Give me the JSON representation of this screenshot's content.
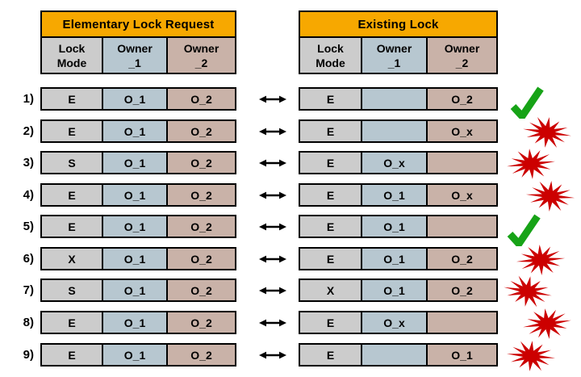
{
  "request_table": {
    "title": "Elementary Lock Request",
    "columns": [
      {
        "line1": "Lock",
        "line2": "Mode"
      },
      {
        "line1": "Owner",
        "line2": "_1"
      },
      {
        "line1": "Owner",
        "line2": "_2"
      }
    ]
  },
  "existing_table": {
    "title": "Existing Lock",
    "columns": [
      {
        "line1": "Lock",
        "line2": "Mode"
      },
      {
        "line1": "Owner",
        "line2": "_1"
      },
      {
        "line1": "Owner",
        "line2": "_2"
      }
    ]
  },
  "rows": [
    {
      "num": "1)",
      "request": [
        "E",
        "O_1",
        "O_2"
      ],
      "existing": [
        "E",
        "",
        "O_2"
      ],
      "result": "granted"
    },
    {
      "num": "2)",
      "request": [
        "E",
        "O_1",
        "O_2"
      ],
      "existing": [
        "E",
        "",
        "O_x"
      ],
      "result": "rejected"
    },
    {
      "num": "3)",
      "request": [
        "S",
        "O_1",
        "O_2"
      ],
      "existing": [
        "E",
        "O_x",
        ""
      ],
      "result": "rejected"
    },
    {
      "num": "4)",
      "request": [
        "E",
        "O_1",
        "O_2"
      ],
      "existing": [
        "E",
        "O_1",
        "O_x"
      ],
      "result": "rejected"
    },
    {
      "num": "5)",
      "request": [
        "E",
        "O_1",
        "O_2"
      ],
      "existing": [
        "E",
        "O_1",
        ""
      ],
      "result": "granted"
    },
    {
      "num": "6)",
      "request": [
        "X",
        "O_1",
        "O_2"
      ],
      "existing": [
        "E",
        "O_1",
        "O_2"
      ],
      "result": "rejected"
    },
    {
      "num": "7)",
      "request": [
        "S",
        "O_1",
        "O_2"
      ],
      "existing": [
        "X",
        "O_1",
        "O_2"
      ],
      "result": "rejected"
    },
    {
      "num": "8)",
      "request": [
        "E",
        "O_1",
        "O_2"
      ],
      "existing": [
        "E",
        "O_x",
        ""
      ],
      "result": "rejected"
    },
    {
      "num": "9)",
      "request": [
        "E",
        "O_1",
        "O_2"
      ],
      "existing": [
        "E",
        "",
        "O_1"
      ],
      "result": "rejected"
    }
  ],
  "colors": {
    "title_bg": "#F7A800",
    "lock_mode_bg": "#CCCCCC",
    "owner1_bg": "#B7C7D0",
    "owner2_bg": "#C9B2A8",
    "border": "#000000",
    "granted_green": "#17A317",
    "rejected_red": "#CC0000",
    "arrow": "#000000"
  },
  "icons": {
    "granted": "check-icon",
    "rejected": "burst-icon",
    "between": "double-arrow-icon"
  }
}
